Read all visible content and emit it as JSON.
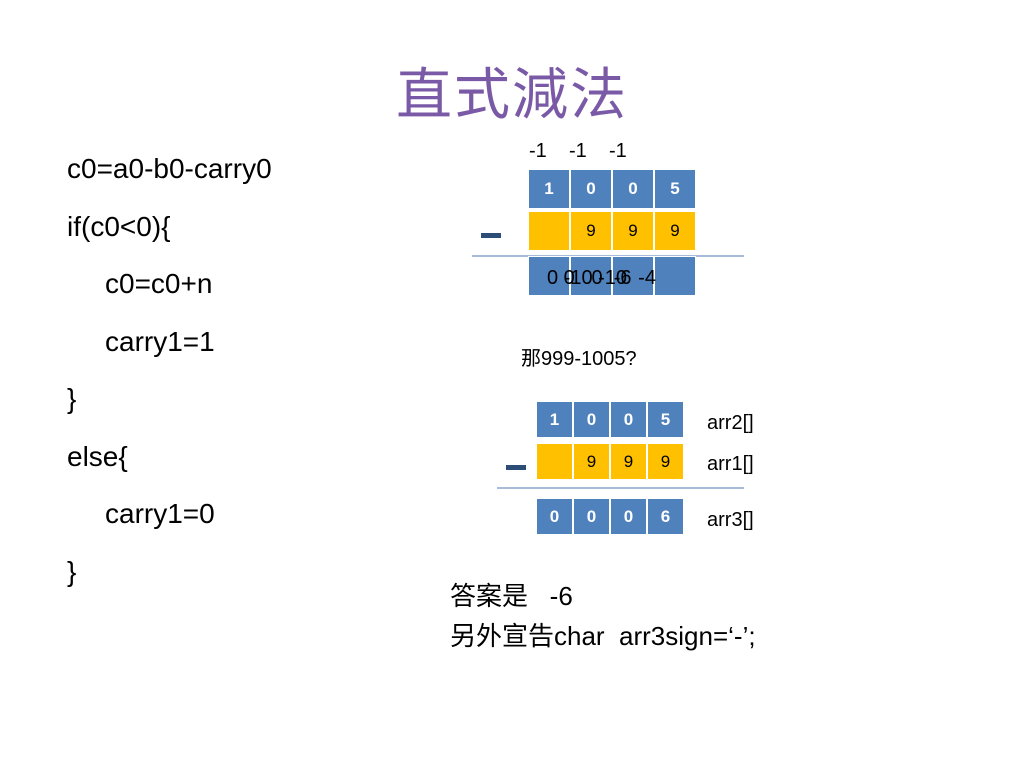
{
  "title": "直式減法",
  "code_lines": [
    {
      "text": "c0=a0-b0-carry0",
      "indent": false
    },
    {
      "text": "if(c0<0){",
      "indent": false
    },
    {
      "text": "c0=c0+n",
      "indent": true
    },
    {
      "text": "carry1=1",
      "indent": true
    },
    {
      "text": "}",
      "indent": false
    },
    {
      "text": "else{",
      "indent": false
    },
    {
      "text": "carry1=0",
      "indent": true
    },
    {
      "text": "}",
      "indent": false
    }
  ],
  "example1": {
    "borrows": [
      "-1",
      "-1",
      "-1"
    ],
    "top_row": [
      "1",
      "0",
      "0",
      "5"
    ],
    "bottom_row": [
      "",
      "9",
      "9",
      "9"
    ],
    "result_cells": [
      "",
      "",
      "",
      ""
    ],
    "result_overlay_a": "0 -10 -10  -4",
    "result_overlay_b": "   0   0  -6"
  },
  "question": "那999-1005?",
  "example2": {
    "top_row": [
      "1",
      "0",
      "0",
      "5"
    ],
    "bottom_row": [
      "",
      "9",
      "9",
      "9"
    ],
    "result_row": [
      "0",
      "0",
      "0",
      "6"
    ],
    "labels": {
      "top": "arr2[]",
      "bottom": "arr1[]",
      "result": "arr3[]"
    }
  },
  "answer": {
    "line1": "答案是   -6",
    "line2": "另外宣告char  arr3sign=‘-’;"
  },
  "colors": {
    "title": "#7a5aa6",
    "cell_blue": "#4f81bd",
    "cell_yellow": "#ffc000",
    "minus": "#2c4d75"
  }
}
